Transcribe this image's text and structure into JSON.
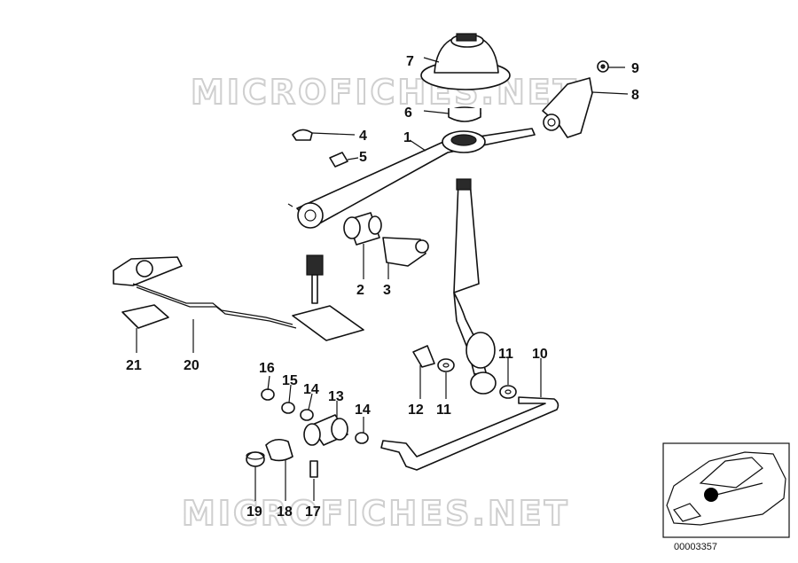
{
  "watermark": {
    "top": "MICROFICHES.NET",
    "bottom": "MICROFICHES.NET"
  },
  "callouts": {
    "c1": "1",
    "c2": "2",
    "c3": "3",
    "c4": "4",
    "c5": "5",
    "c6": "6",
    "c7": "7",
    "c8": "8",
    "c9": "9",
    "c10": "10",
    "c11a": "11",
    "c11b": "11",
    "c12": "12",
    "c13": "13",
    "c14a": "14",
    "c14b": "14",
    "c15": "15",
    "c16": "16",
    "c17": "17",
    "c18": "18",
    "c19": "19",
    "c20": "20",
    "c21": "21"
  },
  "inset": {
    "reference_number": "00003357"
  }
}
